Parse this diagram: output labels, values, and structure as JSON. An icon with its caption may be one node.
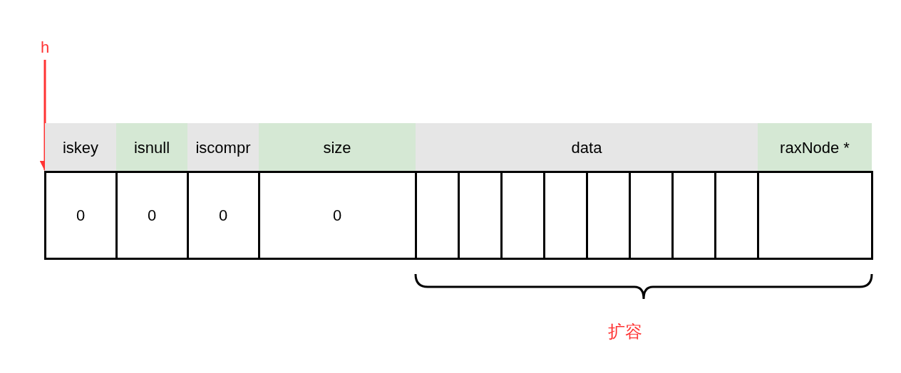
{
  "diagram": {
    "nodes": [
      {
        "text": [
          "h"
        ]
      },
      {
        "text": [
          "iskey"
        ]
      },
      {
        "text": [
          "isnull"
        ]
      },
      {
        "text": [
          "iscompr"
        ]
      },
      {
        "text": [
          "size"
        ]
      },
      {
        "text": [
          "data"
        ]
      },
      {
        "text": [
          "raxNode *"
        ]
      },
      {
        "text": [
          "0"
        ]
      },
      {
        "text": [
          "0"
        ]
      },
      {
        "text": [
          "0"
        ]
      },
      {
        "text": [
          "0"
        ]
      },
      {
        "text": [],
        "shape": "box"
      },
      {
        "text": [],
        "shape": "box"
      },
      {
        "text": [],
        "shape": "box"
      },
      {
        "text": [],
        "shape": "box"
      },
      {
        "text": [],
        "shape": "box"
      },
      {
        "text": [],
        "shape": "box"
      },
      {
        "text": [],
        "shape": "box"
      },
      {
        "text": [],
        "shape": "box"
      },
      {
        "text": [],
        "shape": "box"
      }
    ],
    "edges": [
      {
        "from": 0,
        "to": 7,
        "arrow": "to",
        "color": "#ff3333"
      }
    ],
    "labels": [
      "扩容"
    ]
  }
}
